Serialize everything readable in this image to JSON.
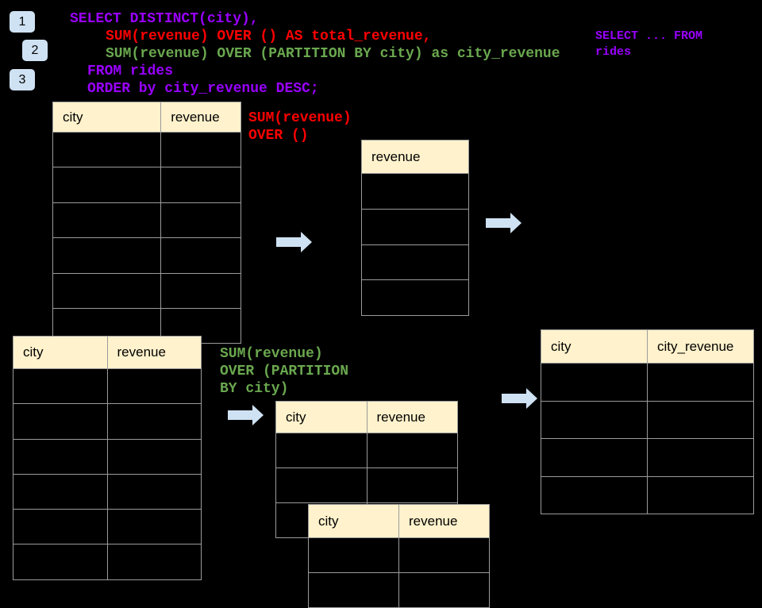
{
  "colors": {
    "background": "#000000",
    "sql_purple": "#9900ff",
    "sql_red": "#ff0000",
    "sql_green": "#6aa84f",
    "table_header_bg": "#fff2cc",
    "table_border": "#9b9b9b",
    "arrow_fill": "#cfe2f3",
    "badge_bg": "#cfe2f3"
  },
  "badges": [
    "1",
    "2",
    "3"
  ],
  "code_blocks": {
    "main": {
      "lines": [
        "SELECT DISTINCT(city),",
        "SUM(revenue) OVER () AS total_revenue,",
        "SUM(revenue) OVER (PARTITION BY city) as city_revenue",
        "FROM rides",
        "ORDER by city_revenue DESC;"
      ]
    },
    "side": {
      "lines": [
        "SELECT ... FROM",
        "rides"
      ]
    },
    "total_label": {
      "lines": [
        "SUM(revenue)",
        "OVER ()"
      ]
    },
    "partition_label": {
      "lines": [
        "SUM(revenue)",
        "OVER (PARTITION",
        "BY city)"
      ]
    }
  },
  "tables": {
    "rides_top": {
      "columns": [
        "city",
        "revenue"
      ],
      "rows": 6
    },
    "total_revenue": {
      "columns": [
        "revenue"
      ],
      "rows": 4
    },
    "rides_bottom": {
      "columns": [
        "city",
        "revenue"
      ],
      "rows": 6
    },
    "partition_back": {
      "columns": [
        "city",
        "revenue"
      ],
      "rows": 3
    },
    "partition_front": {
      "columns": [
        "city",
        "revenue"
      ],
      "rows": 2
    },
    "city_revenue": {
      "columns": [
        "city",
        "city_revenue"
      ],
      "rows": 4
    }
  },
  "arrows": {
    "direction": "right",
    "count": 4
  }
}
